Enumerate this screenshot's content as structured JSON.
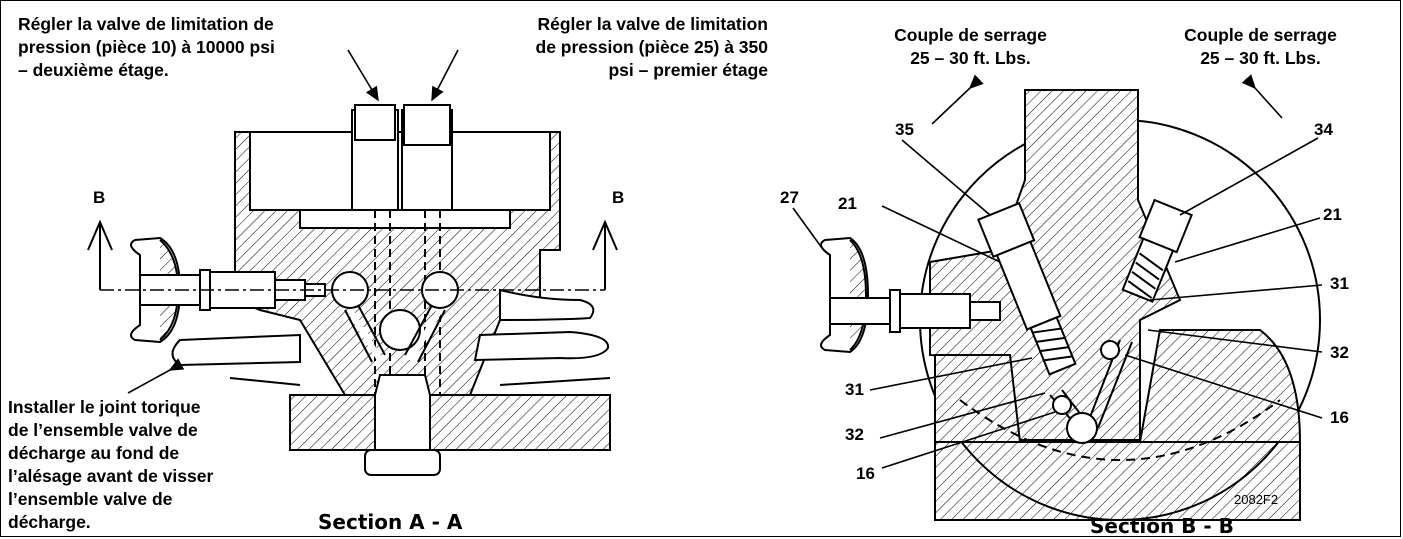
{
  "annotations": {
    "relief_valve_10": "Régler la valve de limitation de\npression (pièce 10) à 10000 psi\n– deuxième étage.",
    "relief_valve_25": "Régler la valve de limitation\nde pression (pièce 25) à 350\npsi – premier étage",
    "torque_left": "Couple de serrage\n25 – 30 ft. Lbs.",
    "torque_right": "Couple de serrage\n25 – 30 ft. Lbs.",
    "install_oring": "Installer le joint torique\nde l’ensemble valve de\ndécharge au fond de\nl’alésage avant de visser\nl’ensemble valve de\ndécharge."
  },
  "section_marks": {
    "left": "B",
    "right": "B"
  },
  "captions": {
    "section_a": "Section A - A",
    "section_b": "Section B - B"
  },
  "part_numbers": {
    "p35": "35",
    "p34": "34",
    "p27": "27",
    "p21_left": "21",
    "p21_right": "21",
    "p31_left": "31",
    "p31_right": "31",
    "p32_left": "32",
    "p32_right": "32",
    "p16_left": "16",
    "p16_right": "16"
  },
  "figure_ref": "2082F2"
}
